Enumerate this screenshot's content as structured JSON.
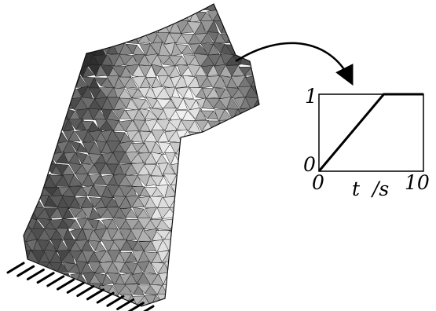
{
  "figure": {
    "mesh": {
      "surface": "triangulated-shell",
      "shade_light": "#f0f0f0",
      "shade_dark": "#2e2e2e",
      "edge_color": "#1a1a1a"
    },
    "load_arrow_color": "#000000",
    "load_curve": {
      "y_top_label": "1",
      "y_bottom_label": "0",
      "x_left_label": "0",
      "x_right_label": "10",
      "x_axis_label": "t  /s",
      "points": [
        [
          0,
          0
        ],
        [
          6.2,
          1
        ],
        [
          10,
          1
        ]
      ],
      "xlim": [
        0,
        10
      ],
      "ylim": [
        0,
        1
      ]
    }
  }
}
